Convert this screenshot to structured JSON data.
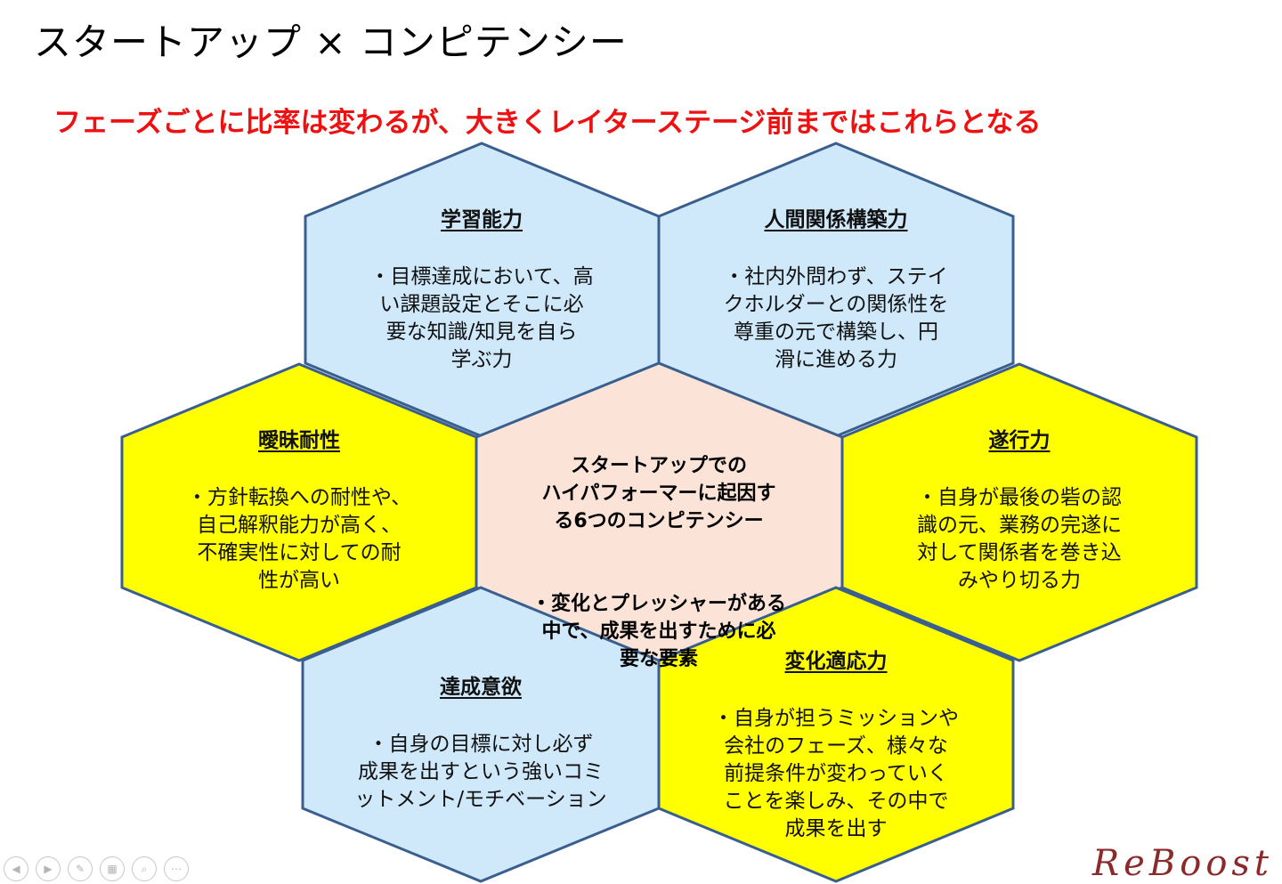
{
  "title": "スタートアップ × コンピテンシー",
  "subtitle": "フェーズごとに比率は変わるが、大きくレイターステージ前まではこれらとなる",
  "center": {
    "line1": "スタートアップでの\nハイパフォーマーに起因す\nる6つのコンピテンシー",
    "line2": "・変化とプレッシャーがある\n中で、成果を出すために必\n要な要素"
  },
  "competencies": [
    {
      "title": "学習能力",
      "body": "・目標達成において、高\nい課題設定とそこに必\n要な知識/知見を自ら\n学ぶ力",
      "color": "#cfe9fb"
    },
    {
      "title": "人間関係構築力",
      "body": "・社内外問わず、ステイ\nクホルダーとの関係性を\n尊重の元で構築し、円\n滑に進める力",
      "color": "#cfe9fb"
    },
    {
      "title": "曖昧耐性",
      "body": "・方針転換への耐性や、\n自己解釈能力が高く、\n不確実性に対しての耐\n性が高い",
      "color": "#ffff00"
    },
    {
      "title": "遂行力",
      "body": "・自身が最後の砦の認\n識の元、業務の完遂に\n対して関係者を巻き込\nみやり切る力",
      "color": "#ffff00"
    },
    {
      "title": "達成意欲",
      "body": "・自身の目標に対し必ず\n成果を出すという強いコミ\nットメント/モチベーション",
      "color": "#cfe9fb"
    },
    {
      "title": "変化適応力",
      "body": "・自身が担うミッションや\n会社のフェーズ、様々な\n前提条件が変わっていく\nことを楽しみ、その中で\n成果を出す",
      "color": "#ffff00"
    }
  ],
  "colors": {
    "subtitle": "#ee1111",
    "border": "#3a5f8f",
    "center": "#fbe3d8"
  },
  "logo": "ReBoost",
  "controls": [
    "prev-icon",
    "next-icon",
    "pen-icon",
    "slides-icon",
    "zoom-icon",
    "more-icon"
  ]
}
